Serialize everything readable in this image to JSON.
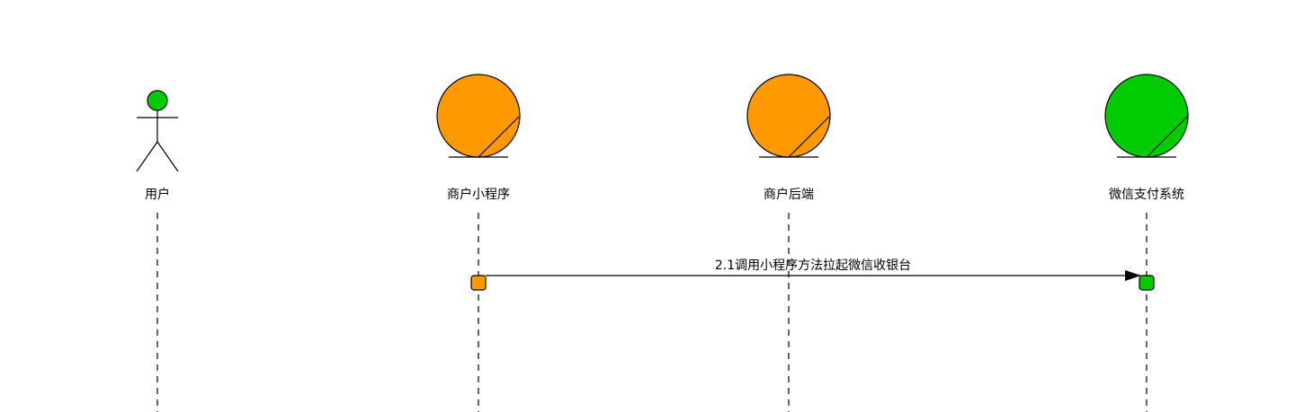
{
  "participants": [
    {
      "id": "user",
      "label": "用户",
      "kind": "actor",
      "color": "#00cc00"
    },
    {
      "id": "miniprogram",
      "label": "商户小程序",
      "kind": "control",
      "color": "#ff9900"
    },
    {
      "id": "backend",
      "label": "商户后端",
      "kind": "control",
      "color": "#ff9900"
    },
    {
      "id": "wechatpay",
      "label": "微信支付系统",
      "kind": "control",
      "color": "#00cc00"
    }
  ],
  "messages": [
    {
      "from": "miniprogram",
      "to": "wechatpay",
      "label": "2.1调用小程序方法拉起微信收银台"
    }
  ],
  "colors": {
    "stroke": "#000000",
    "orange": "#ff9900",
    "green": "#00cc00"
  }
}
